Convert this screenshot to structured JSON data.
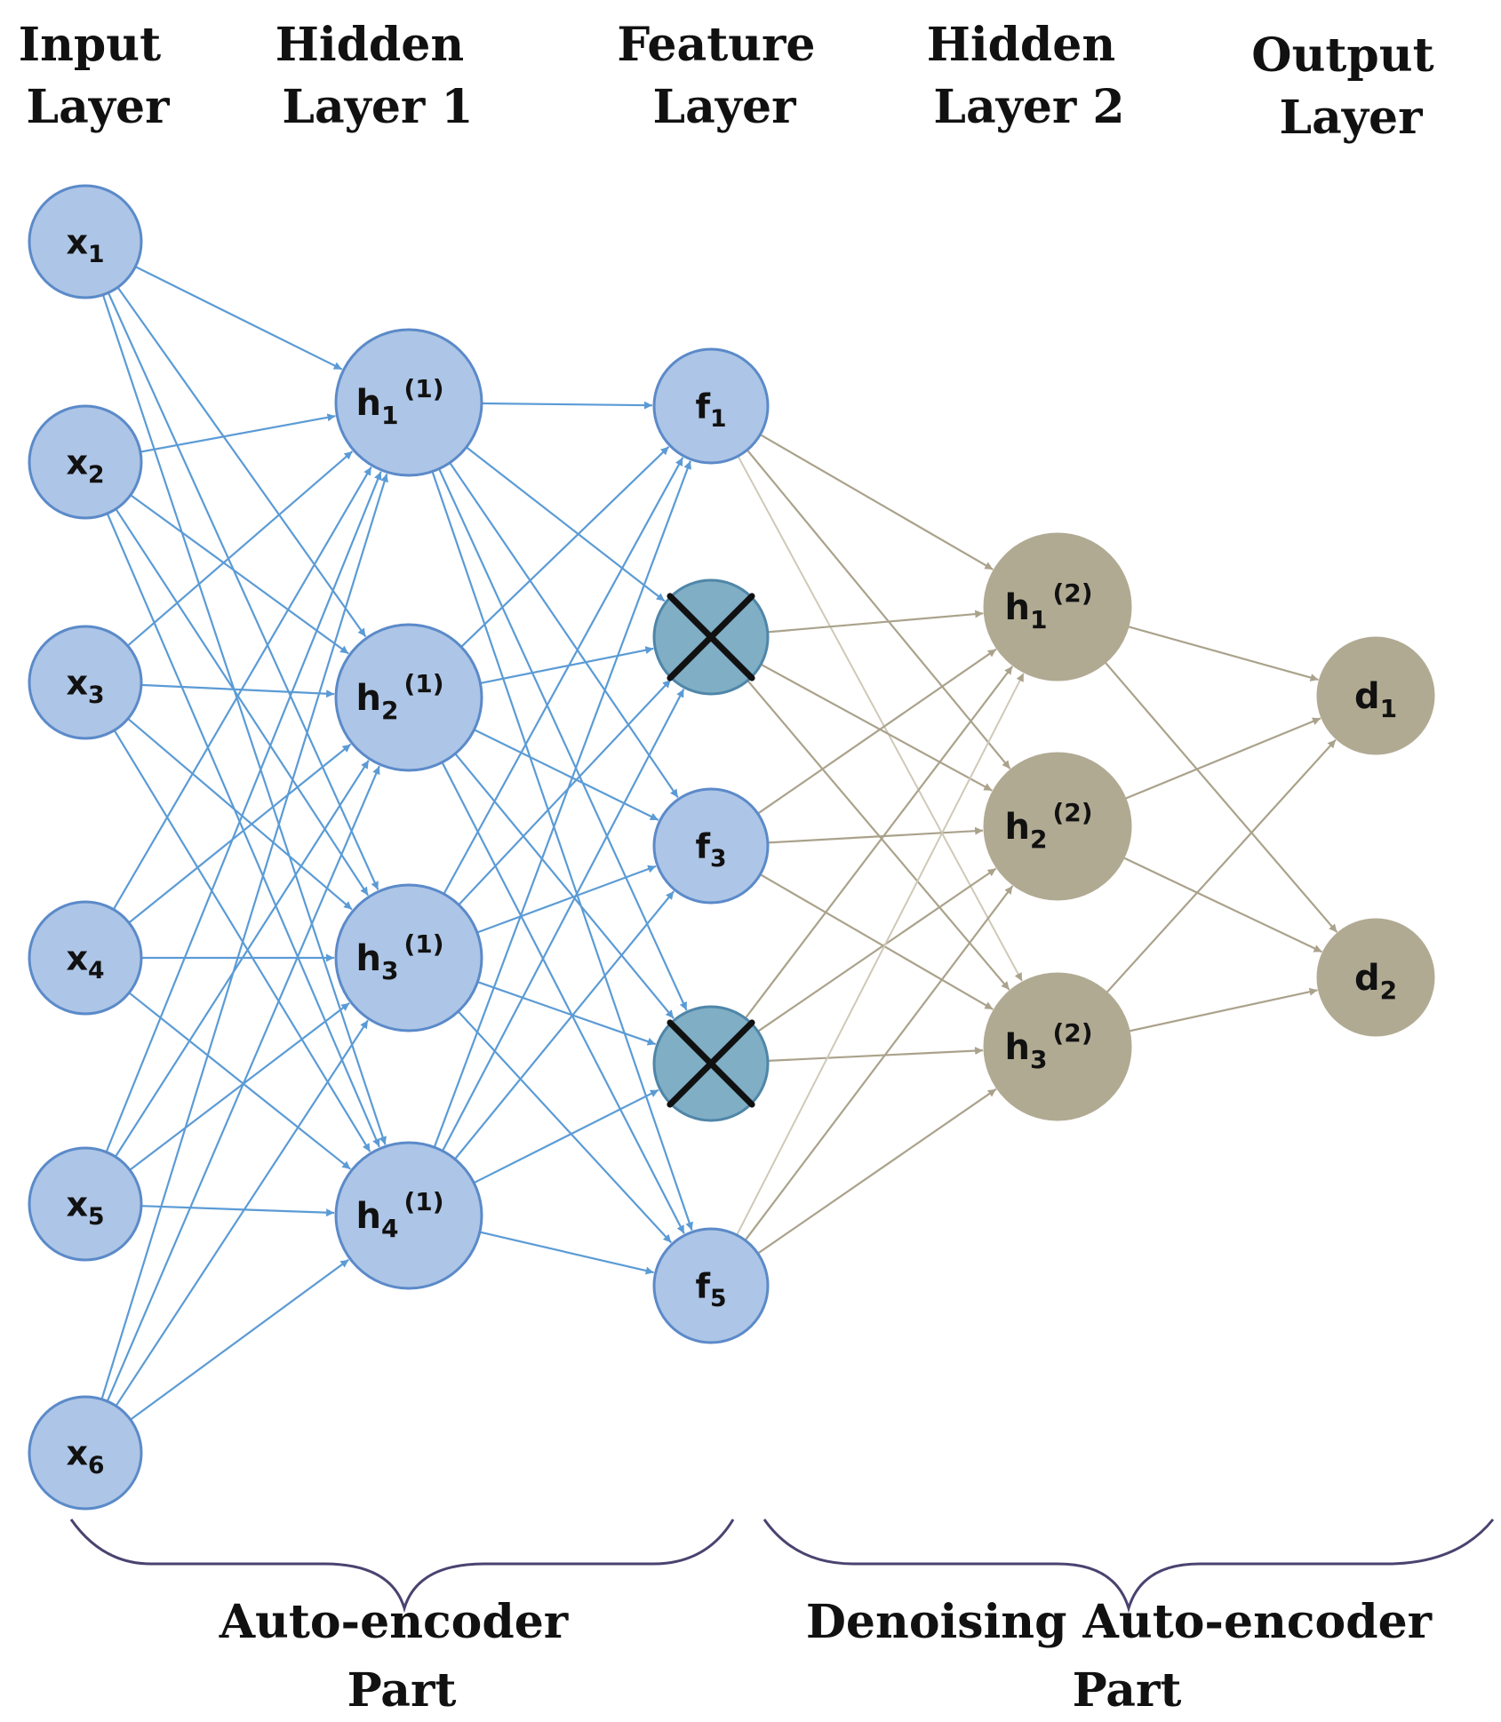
{
  "layer_titles": [
    {
      "line1": "Input",
      "line2": "Layer"
    },
    {
      "line1": "Hidden",
      "line2": "Layer 1"
    },
    {
      "line1": "Feature",
      "line2": "Layer"
    },
    {
      "line1": "Hidden",
      "line2": "Layer 2"
    },
    {
      "line1": "Output",
      "line2": "Layer"
    }
  ],
  "input_nodes": [
    {
      "base": "x",
      "sub": "1"
    },
    {
      "base": "x",
      "sub": "2"
    },
    {
      "base": "x",
      "sub": "3"
    },
    {
      "base": "x",
      "sub": "4"
    },
    {
      "base": "x",
      "sub": "5"
    },
    {
      "base": "x",
      "sub": "6"
    }
  ],
  "hidden1_nodes": [
    {
      "base": "h",
      "sub": "1",
      "sup": "(1)"
    },
    {
      "base": "h",
      "sub": "2",
      "sup": "(1)"
    },
    {
      "base": "h",
      "sub": "3",
      "sup": "(1)"
    },
    {
      "base": "h",
      "sub": "4",
      "sup": "(1)"
    }
  ],
  "feature_nodes": [
    {
      "base": "f",
      "sub": "1",
      "dropped": false
    },
    {
      "base": "",
      "sub": "",
      "dropped": true
    },
    {
      "base": "f",
      "sub": "3",
      "dropped": false
    },
    {
      "base": "",
      "sub": "",
      "dropped": true
    },
    {
      "base": "f",
      "sub": "5",
      "dropped": false
    }
  ],
  "hidden2_nodes": [
    {
      "base": "h",
      "sub": "1",
      "sup": "(2)"
    },
    {
      "base": "h",
      "sub": "2",
      "sup": "(2)"
    },
    {
      "base": "h",
      "sub": "3",
      "sup": "(2)"
    }
  ],
  "output_nodes": [
    {
      "base": "d",
      "sub": "1"
    },
    {
      "base": "d",
      "sub": "2"
    }
  ],
  "parts": [
    {
      "line1": "Auto-encoder",
      "line2": "Part"
    },
    {
      "line1": "Denoising Auto-encoder",
      "line2": "Part"
    }
  ],
  "colors": {
    "encoder_node": "#adc5e6",
    "encoder_edge": "#5b9bd5",
    "dropped_node": "#7faec5",
    "denoising_node": "#b1aa93",
    "denoising_edge": "#aaa28b",
    "brace": "#4a4370"
  }
}
